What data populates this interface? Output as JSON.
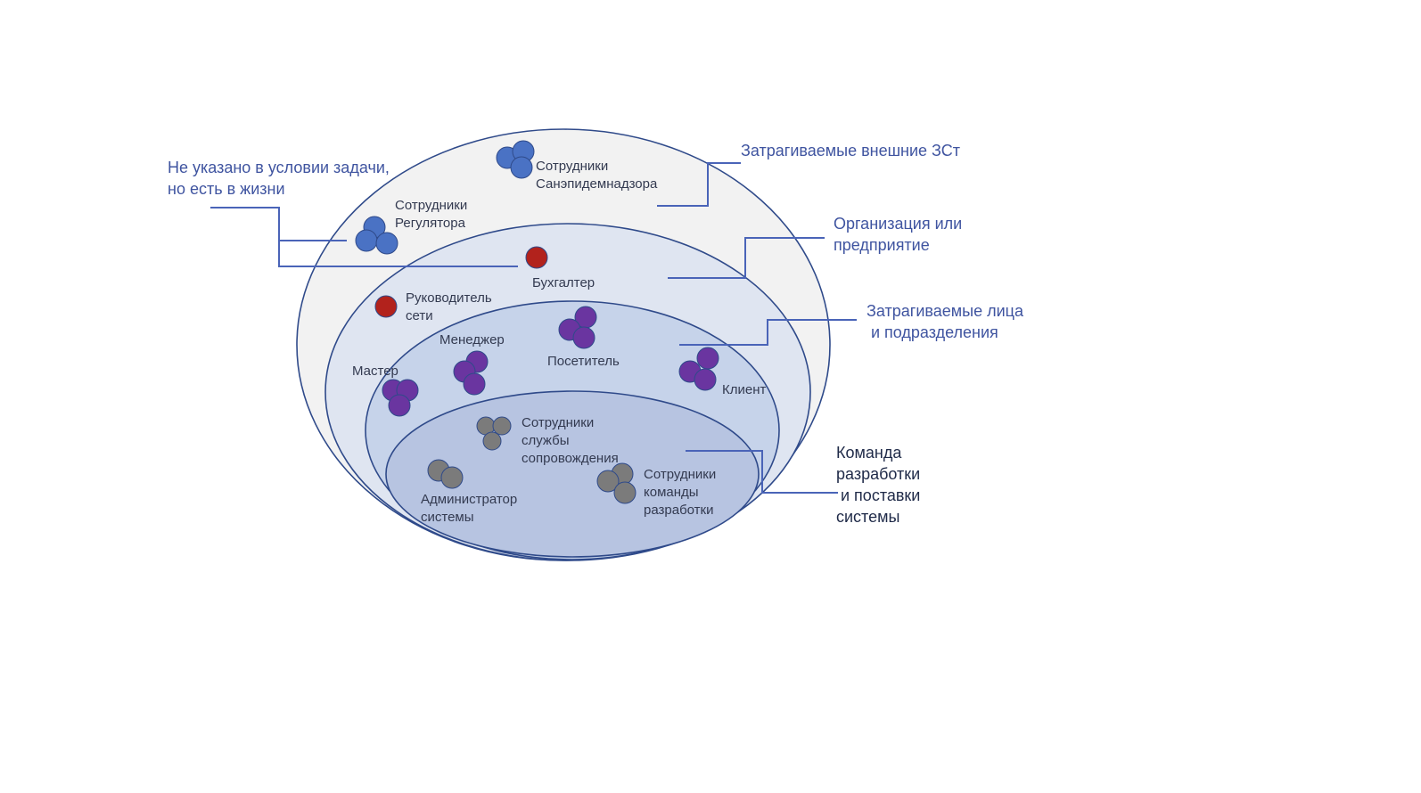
{
  "colors": {
    "outer_ring_fill": "#f2f2f2",
    "org_ring_fill": "#dfe5f1",
    "affected_ring_fill": "#c6d3ea",
    "team_ring_fill": "#b7c4e1",
    "ring_stroke": "#2f4a8a",
    "leader_line": "#4a64b8",
    "label_blue": "#3f54a0",
    "label_dark": "#1f2a48",
    "external_people": "#4a72c4",
    "highlight_people": "#b2221c",
    "internal_people": "#6a35a0",
    "team_people": "#7b7b7b"
  },
  "callouts": {
    "not_in_task": [
      "Не указано в условии задачи,",
      "но есть в жизни"
    ],
    "external": [
      "Затрагиваемые внешние ЗСт"
    ],
    "organization": [
      "Организация или",
      "предприятие"
    ],
    "affected": [
      "Затрагиваемые лица",
      " и подразделения"
    ],
    "team": [
      "Команда",
      "разработки",
      " и поставки",
      "системы"
    ]
  },
  "nodes": {
    "sanepid": [
      "Сотрудники",
      "Санэпидемнадзора"
    ],
    "regulator": [
      "Сотрудники",
      "Регулятора"
    ],
    "accountant": [
      "Бухгалтер"
    ],
    "network_head": [
      "Руководитель",
      "сети"
    ],
    "manager": [
      "Менеджер"
    ],
    "visitor": [
      "Посетитель"
    ],
    "master": [
      "Мастер"
    ],
    "client": [
      "Клиент"
    ],
    "support": [
      "Сотрудники",
      "службы",
      "сопровождения"
    ],
    "sysadmin": [
      "Администратор",
      "системы"
    ],
    "dev_team": [
      "Сотрудники",
      "команды",
      "разработки"
    ]
  }
}
